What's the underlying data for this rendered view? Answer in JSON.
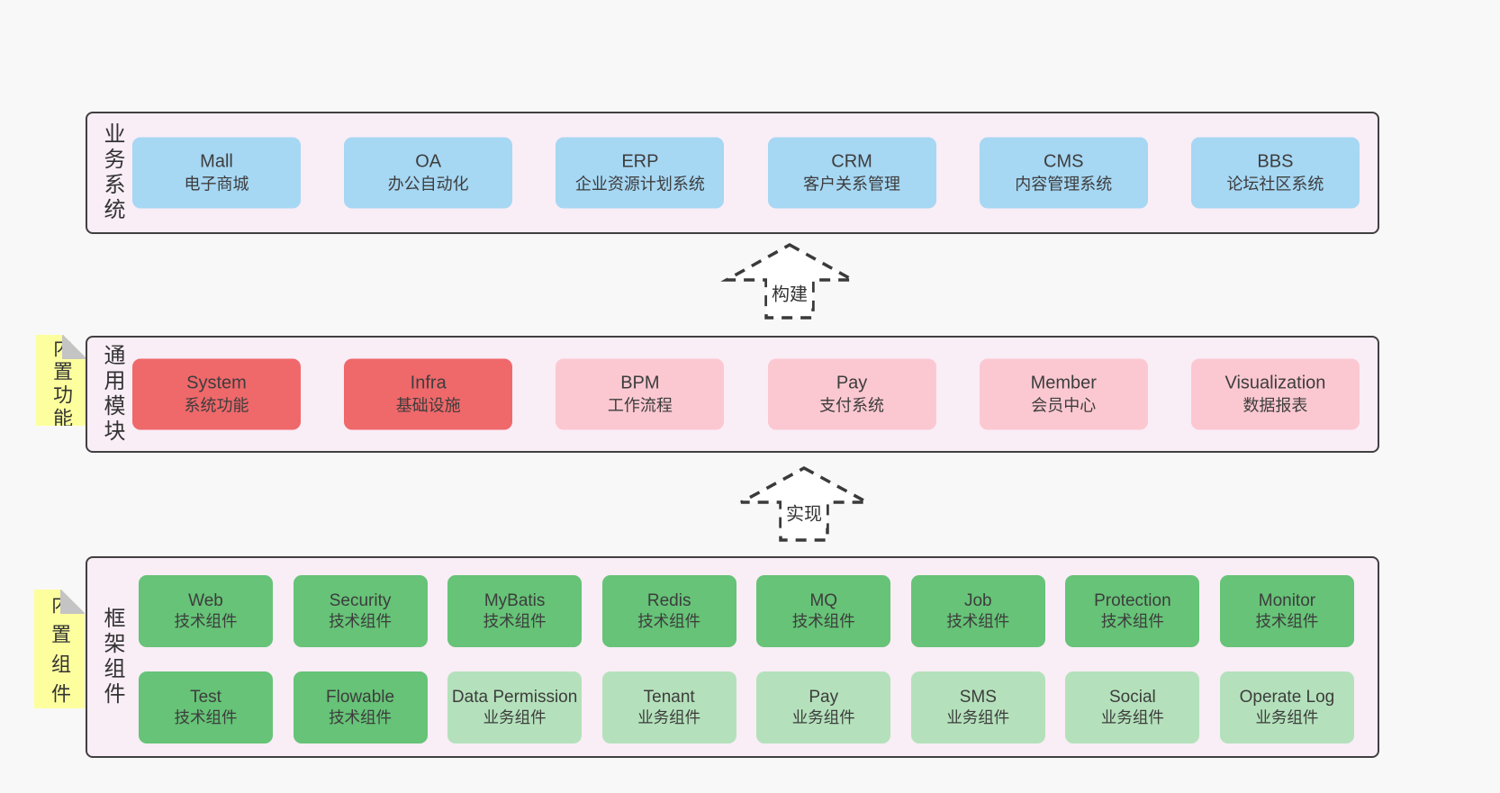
{
  "colors": {
    "page-bg": "#f8f8f8",
    "layer-bg": "#f9edf6",
    "border": "#404040",
    "blue": "#a6d7f3",
    "red": "#ef686a",
    "pink": "#fbc8d1",
    "green": "#66c377",
    "green-light": "#b4e1bb",
    "note-yellow": "#fdff9e",
    "note-fold": "#c4c4c4",
    "text": "#3d3d3d"
  },
  "diagram": {
    "layers": [
      {
        "id": "business",
        "label": "业务系统",
        "boxes": [
          {
            "name": "Mall",
            "desc": "电子商城"
          },
          {
            "name": "OA",
            "desc": "办公自动化"
          },
          {
            "name": "ERP",
            "desc": "企业资源计划系统"
          },
          {
            "name": "CRM",
            "desc": "客户关系管理"
          },
          {
            "name": "CMS",
            "desc": "内容管理系统"
          },
          {
            "name": "BBS",
            "desc": "论坛社区系统"
          }
        ]
      },
      {
        "id": "modules",
        "label": "通用模块",
        "note": "内置功能",
        "boxes": [
          {
            "name": "System",
            "desc": "系统功能"
          },
          {
            "name": "Infra",
            "desc": "基础设施"
          },
          {
            "name": "BPM",
            "desc": "工作流程"
          },
          {
            "name": "Pay",
            "desc": "支付系统"
          },
          {
            "name": "Member",
            "desc": "会员中心"
          },
          {
            "name": "Visualization",
            "desc": "数据报表"
          }
        ]
      },
      {
        "id": "components",
        "label": "框架组件",
        "note": "内置组件",
        "rows": [
          [
            {
              "name": "Web",
              "desc": "技术组件"
            },
            {
              "name": "Security",
              "desc": "技术组件"
            },
            {
              "name": "MyBatis",
              "desc": "技术组件"
            },
            {
              "name": "Redis",
              "desc": "技术组件"
            },
            {
              "name": "MQ",
              "desc": "技术组件"
            },
            {
              "name": "Job",
              "desc": "技术组件"
            },
            {
              "name": "Protection",
              "desc": "技术组件"
            },
            {
              "name": "Monitor",
              "desc": "技术组件"
            }
          ],
          [
            {
              "name": "Test",
              "desc": "技术组件"
            },
            {
              "name": "Flowable",
              "desc": "技术组件"
            },
            {
              "name": "Data Permission",
              "desc": "业务组件"
            },
            {
              "name": "Tenant",
              "desc": "业务组件"
            },
            {
              "name": "Pay",
              "desc": "业务组件"
            },
            {
              "name": "SMS",
              "desc": "业务组件"
            },
            {
              "name": "Social",
              "desc": "业务组件"
            },
            {
              "name": "Operate Log",
              "desc": "业务组件"
            }
          ]
        ]
      }
    ],
    "arrows": [
      {
        "label": "构建"
      },
      {
        "label": "实现"
      }
    ]
  }
}
